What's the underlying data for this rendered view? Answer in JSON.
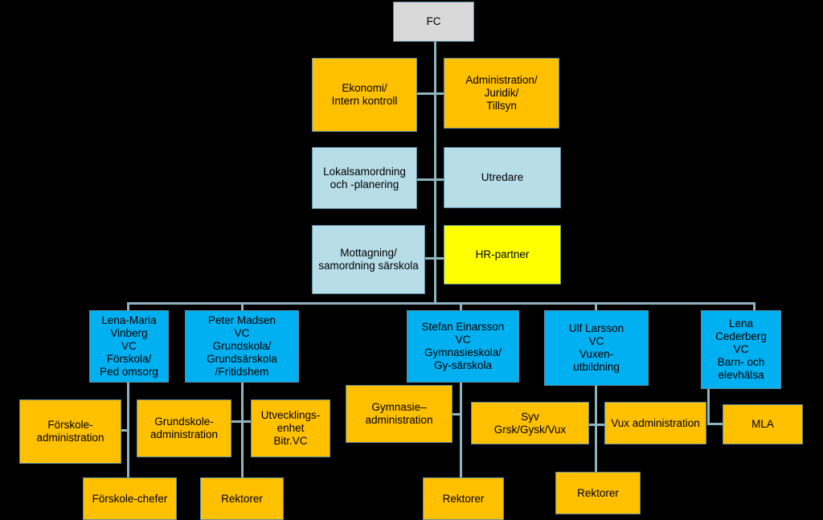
{
  "colors": {
    "orange": "#ffc000",
    "lightblue": "#b7dde8",
    "yellow": "#ffff00",
    "blue": "#00b0f0",
    "gray": "#d9d9d9",
    "connector": "#8eb4bf"
  },
  "boxes": {
    "fc": "FC",
    "ekonomi": "Ekonomi/\nIntern kontroll",
    "administration": "Administration/\nJuridik/\nTillsyn",
    "lokalsamordning": "Lokalsamordning\noch -planering",
    "utredare": "Utredare",
    "mottagning": "Mottagning/\nsamordning särskola",
    "hr_partner": "HR-partner",
    "lena_maria": "Lena-Maria\nVinberg\nVC\nFörskola/\nPed omsorg",
    "peter": "Peter Madsen\nVC\nGrundskola/\nGrundsärskola\n/Fritidshem",
    "stefan": "Stefan Einarsson\nVC\nGymnasieskola/\nGy-särskola",
    "ulf": "Ulf Larsson\nVC\nVuxen-\nutbildning",
    "lena_c": "Lena\nCederberg\nVC\nBarn- och\nelevhälsa",
    "forskole_admin": "Förskole-\nadministration",
    "forskole_chefer": "Förskole-chefer",
    "grundskole_admin": "Grundskole-\nadministration",
    "utvecklingsenhet": "Utvecklings-\nenhet\nBitr.VC",
    "rektorer_grund": "Rektorer",
    "gymnasie_admin": "Gymnasie–\nadministration",
    "rektorer_gym": "Rektorer",
    "syv": "Syv\nGrsk/Gysk/Vux",
    "vux_admin": "Vux administration",
    "rektorer_vux": "Rektorer",
    "mla": "MLA"
  }
}
